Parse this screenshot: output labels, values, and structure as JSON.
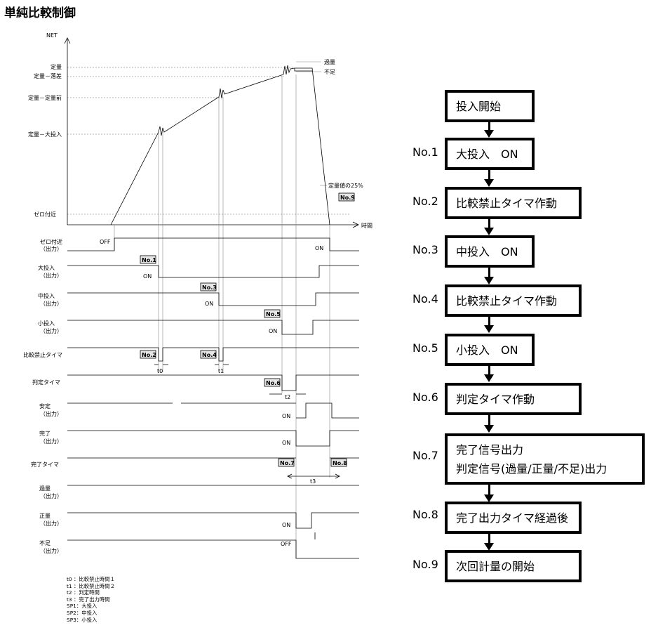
{
  "title": "単純比較制御",
  "graph": {
    "y_axis_label": "NET",
    "x_axis_label": "時間",
    "y_levels": [
      "定量",
      "定量－落差",
      "定量－定量前",
      "定量－大投入",
      "ゼロ付近"
    ],
    "over_label": "過量",
    "under_label": "不足",
    "pct_label": "定量値の25%"
  },
  "signals": [
    {
      "label": "ゼロ付近",
      "sub": "（出力）"
    },
    {
      "label": "大投入",
      "sub": "（出力）"
    },
    {
      "label": "中投入",
      "sub": "（出力）"
    },
    {
      "label": "小投入",
      "sub": "（出力）"
    },
    {
      "label": "比較禁止タイマ",
      "sub": ""
    },
    {
      "label": "判定タイマ",
      "sub": ""
    },
    {
      "label": "安定",
      "sub": "（出力）"
    },
    {
      "label": "完了",
      "sub": "（出力）"
    },
    {
      "label": "完了タイマ",
      "sub": ""
    },
    {
      "label": "過量",
      "sub": "（出力）"
    },
    {
      "label": "正量",
      "sub": "（出力）"
    },
    {
      "label": "不足",
      "sub": "（出力）"
    }
  ],
  "states": {
    "on": "ON",
    "off": "OFF"
  },
  "badges": [
    "No.1",
    "No.2",
    "No.3",
    "No.4",
    "No.5",
    "No.6",
    "No.7",
    "No.8",
    "No.9"
  ],
  "timers": [
    "t0",
    "t1",
    "t2",
    "t3"
  ],
  "legend": [
    "t0 ：比較禁止時間１",
    "t1 ：比較禁止時間２",
    "t2 ：判定時間",
    "t3 ：完了出力時間",
    "SP1：大投入",
    "SP2：中投入",
    "SP3：小投入"
  ],
  "flowchart": {
    "start": "投入開始",
    "steps": [
      {
        "no": "No.1",
        "lines": [
          "大投入　ON"
        ]
      },
      {
        "no": "No.2",
        "lines": [
          "比較禁止タイマ作動"
        ]
      },
      {
        "no": "No.3",
        "lines": [
          "中投入　ON"
        ]
      },
      {
        "no": "No.4",
        "lines": [
          "比較禁止タイマ作動"
        ]
      },
      {
        "no": "No.5",
        "lines": [
          "小投入　ON"
        ]
      },
      {
        "no": "No.6",
        "lines": [
          "判定タイマ作動"
        ]
      },
      {
        "no": "No.7",
        "lines": [
          "完了信号出力",
          "判定信号(過量/正量/不足)出力"
        ]
      },
      {
        "no": "No.8",
        "lines": [
          "完了出力タイマ経過後"
        ]
      },
      {
        "no": "No.9",
        "lines": [
          "次回計量の開始"
        ]
      }
    ]
  }
}
